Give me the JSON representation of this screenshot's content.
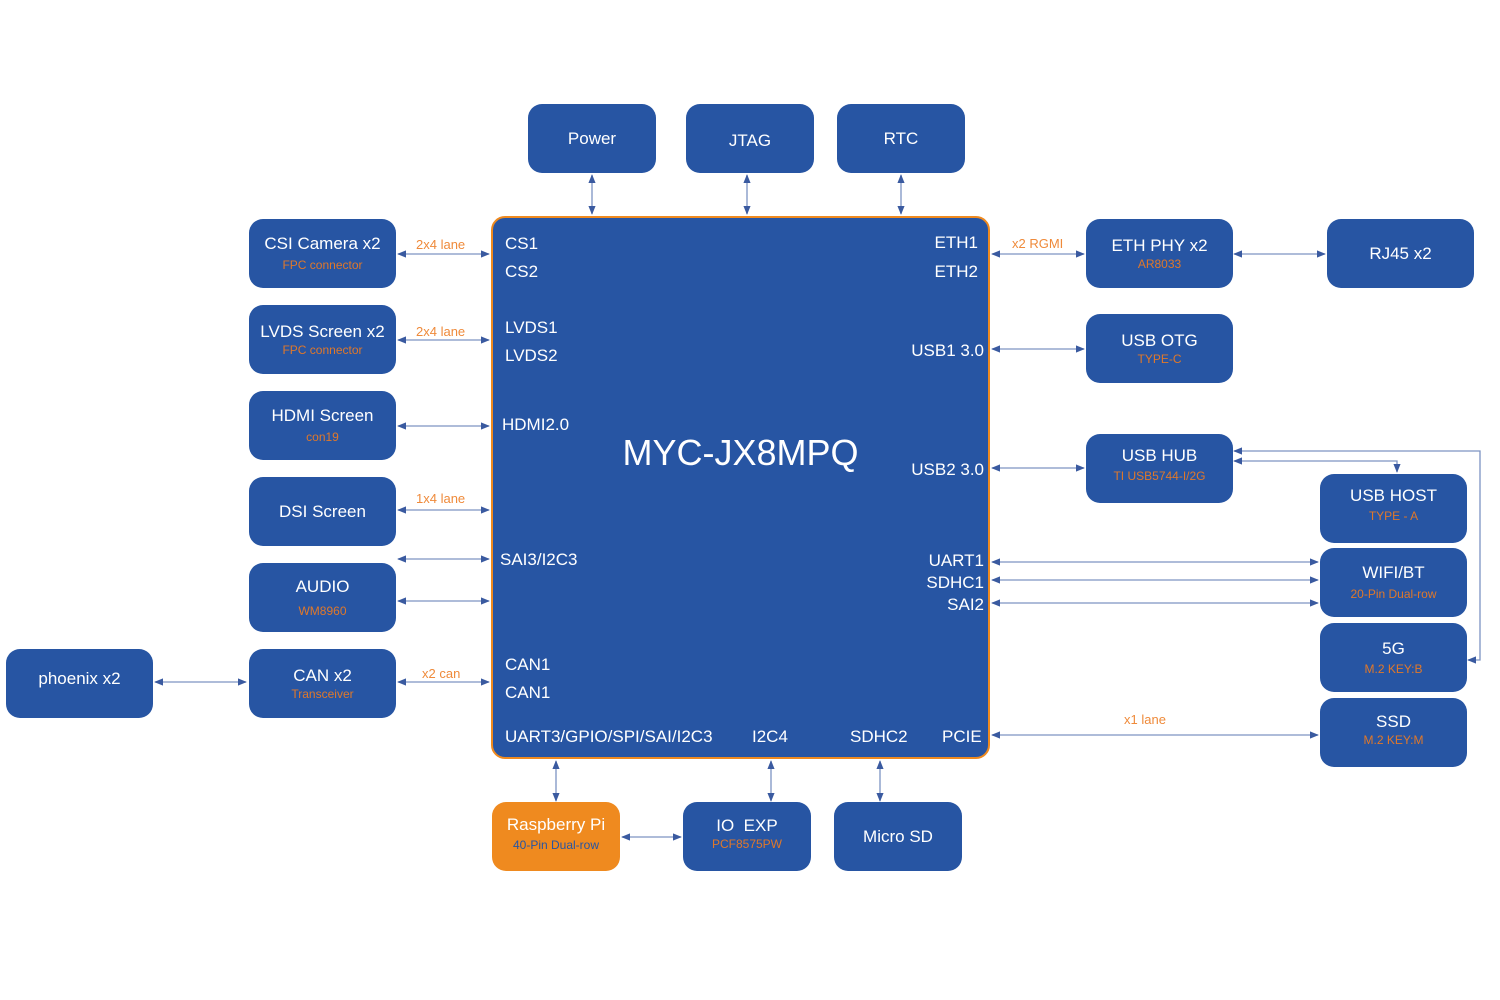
{
  "soc": {
    "title": "MYC-JX8MPQ",
    "pins_left": [
      "CS1",
      "CS2",
      "LVDS1",
      "LVDS2",
      "HDMI2.0",
      "SAI3/I2C3",
      "CAN1",
      "CAN1"
    ],
    "pins_right": [
      "ETH1",
      "ETH2",
      "USB1 3.0",
      "USB2 3.0",
      "UART1",
      "SDHC1",
      "SAI2"
    ],
    "pins_bottom": [
      "UART3/GPIO/SPI/SAI/I2C3",
      "I2C4",
      "SDHC2",
      "PCIE"
    ]
  },
  "blocks": {
    "power": {
      "title": "Power"
    },
    "jtag": {
      "title": "JTAG"
    },
    "rtc": {
      "title": "RTC"
    },
    "csi": {
      "title": "CSI Camera x2",
      "sub": "FPC  connector"
    },
    "lvds": {
      "title": "LVDS Screen x2",
      "sub": "FPC  connector"
    },
    "hdmi": {
      "title": "HDMI Screen",
      "sub": "con19"
    },
    "dsi": {
      "title": "DSI Screen"
    },
    "audio": {
      "title": "AUDIO",
      "sub": "WM8960"
    },
    "can": {
      "title": "CAN x2",
      "sub": "Transceiver"
    },
    "phoenix": {
      "title": "phoenix x2"
    },
    "ethphy": {
      "title": "ETH PHY x2",
      "sub": "AR8033"
    },
    "rj45": {
      "title": "RJ45 x2"
    },
    "usbotg": {
      "title": "USB OTG",
      "sub": "TYPE-C"
    },
    "usbhub": {
      "title": "USB HUB",
      "sub": "TI  USB5744-I/2G"
    },
    "usbhost": {
      "title": "USB HOST",
      "sub": "TYPE - A"
    },
    "wifi": {
      "title": "WIFI/BT",
      "sub": "20-Pin Dual-row"
    },
    "g5": {
      "title": "5G",
      "sub": "M.2 KEY:B"
    },
    "ssd": {
      "title": "SSD",
      "sub": "M.2 KEY:M"
    },
    "rpi": {
      "title": "Raspberry Pi",
      "sub": "40-Pin Dual-row"
    },
    "ioexp": {
      "title": "IO  EXP",
      "sub": "PCF8575PW"
    },
    "microsd": {
      "title": "Micro SD"
    }
  },
  "links": {
    "csi": "2x4 lane",
    "lvds": "2x4 lane",
    "dsi": "1x4 lane",
    "can": "x2 can",
    "eth": "x2 RGMI",
    "pcie": "x1 lane"
  },
  "colors": {
    "block": "#2755a3",
    "accent": "#ef8a1f",
    "wire": "#4a68a8"
  }
}
